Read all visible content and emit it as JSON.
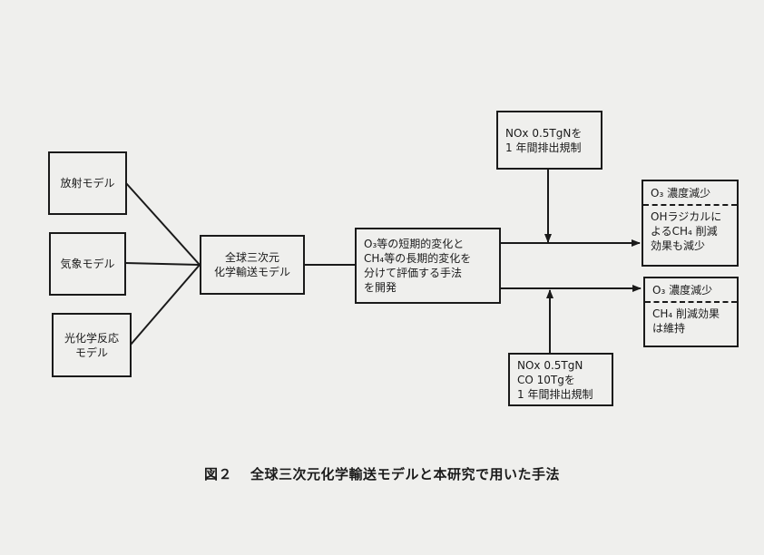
{
  "inputs": {
    "radiation_model": [
      "放射モデル"
    ],
    "meteorology_model": [
      "気象モデル"
    ],
    "photochemistry_model": [
      "光化学反応",
      "モデル"
    ]
  },
  "core_model": [
    "全球三次元",
    "化学輸送モデル"
  ],
  "method": [
    "O₃等の短期的変化と",
    "CH₄等の長期的変化を",
    "分けて評価する手法",
    "を開発"
  ],
  "scenario_top": [
    "NOx 0.5TgNを",
    "1 年間排出規制"
  ],
  "scenario_bottom": [
    "NOx 0.5TgN",
    "CO 10Tgを",
    " 1 年間排出規制"
  ],
  "result_top": {
    "header": "O₃ 濃度減少",
    "body": [
      "OHラジカルに",
      "よるCH₄ 削減",
      "効果も減少"
    ]
  },
  "result_bottom": {
    "header": "O₃ 濃度減少",
    "body": [
      "CH₄ 削減効果",
      "は維持"
    ]
  },
  "caption": {
    "figure_no": "図２",
    "title": "全球三次元化学輸送モデルと本研究で用いた手法"
  }
}
